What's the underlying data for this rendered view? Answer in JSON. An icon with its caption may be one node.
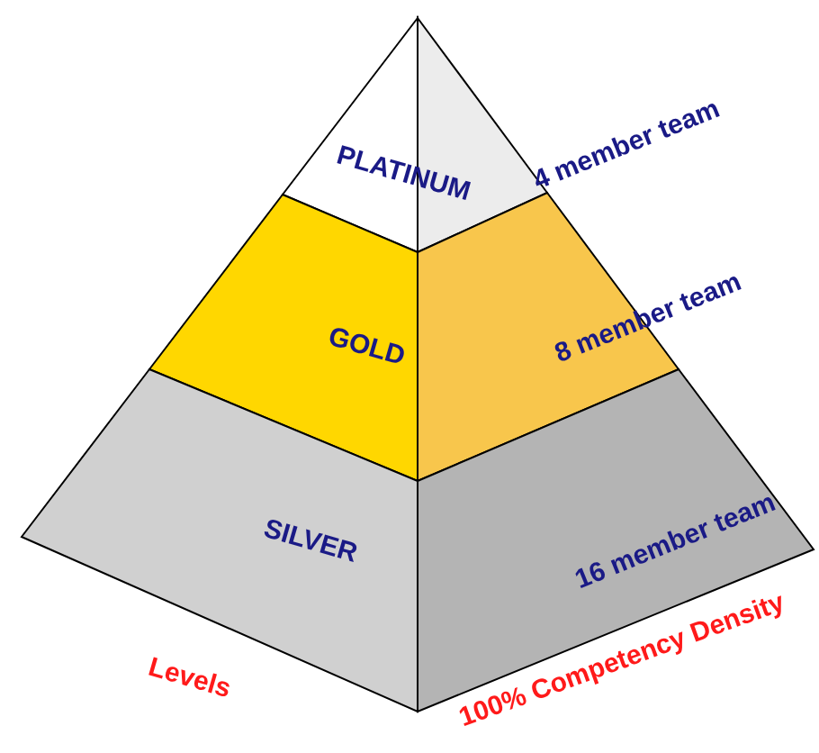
{
  "diagram": {
    "nodes": [
      {
        "text": [
          "PLATINUM"
        ]
      },
      {
        "text": [
          "4 member team"
        ]
      },
      {
        "text": [
          "GOLD"
        ]
      },
      {
        "text": [
          "8 member team"
        ]
      },
      {
        "text": [
          "SILVER"
        ]
      },
      {
        "text": [
          "16 member team"
        ]
      }
    ],
    "labels": [
      "Levels",
      "100% Competency Density"
    ]
  }
}
